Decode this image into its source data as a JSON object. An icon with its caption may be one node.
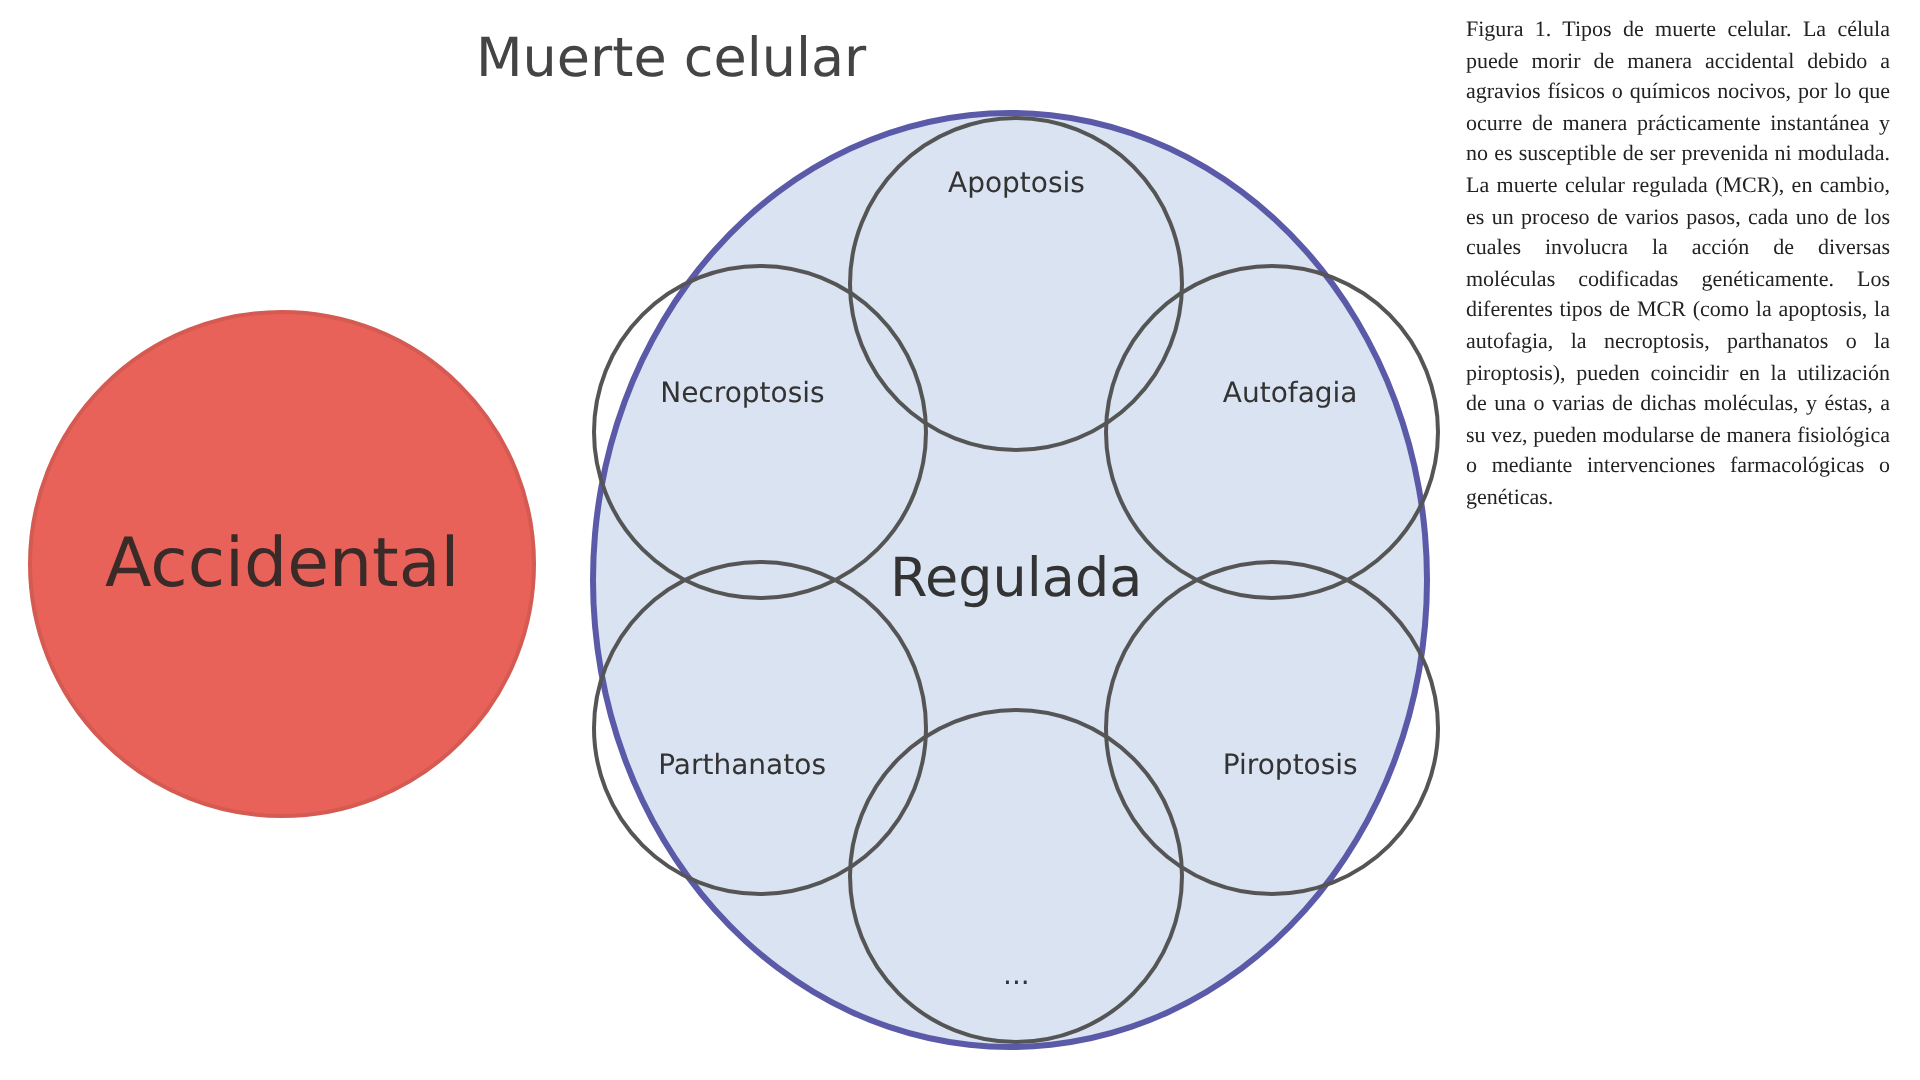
{
  "diagram": {
    "title": "Muerte celular",
    "caption": "Figura 1. Tipos de muerte celular. La célula puede morir de manera accidental debido a agravios físicos o químicos nocivos, por lo que ocurre de manera prácticamente instantánea y no es susceptible de ser prevenida ni modulada. La muerte celular regulada (MCR), en cambio, es un proceso de varios pasos, cada uno de los cuales involucra la acción de diversas moléculas codificadas genéticamente. Los diferentes tipos de MCR (como la apoptosis, la autofagia, la necroptosis, parthanatos o la piroptosis), pueden coincidir en la utilización de una o varias de dichas moléculas, y éstas, a su vez, pueden modularse de manera fisiológica o mediante intervenciones farmacológicas o genéticas.",
    "nodes": [
      {
        "text": [
          "Accidental"
        ]
      },
      {
        "text": [
          "Regulada"
        ]
      },
      {
        "text": [
          "Apoptosis"
        ],
        "in": 1
      },
      {
        "text": [
          "Necroptosis"
        ],
        "in": 1
      },
      {
        "text": [
          "Autofagia"
        ],
        "in": 1
      },
      {
        "text": [
          "Parthanatos"
        ],
        "in": 1
      },
      {
        "text": [
          "Piroptosis"
        ],
        "in": 1
      },
      {
        "text": [
          "..."
        ],
        "in": 1
      }
    ]
  }
}
